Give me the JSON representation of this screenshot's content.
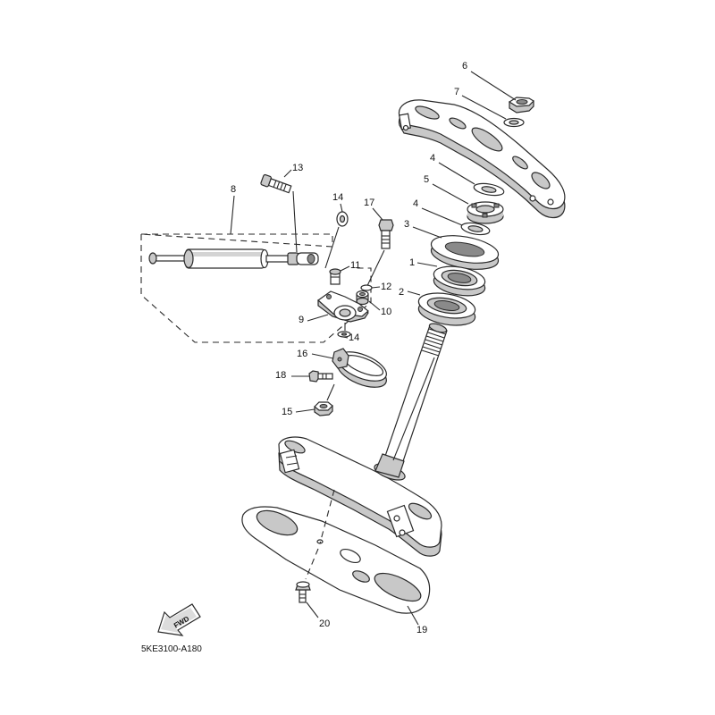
{
  "diagram": {
    "callouts": [
      "6",
      "7",
      "4",
      "5",
      "4",
      "3",
      "1",
      "2",
      "13",
      "8",
      "14",
      "17",
      "11",
      "12",
      "10",
      "9",
      "14",
      "16",
      "18",
      "15",
      "20",
      "19"
    ],
    "fwd_label": "FWD",
    "code": "5KE3100-A180"
  }
}
